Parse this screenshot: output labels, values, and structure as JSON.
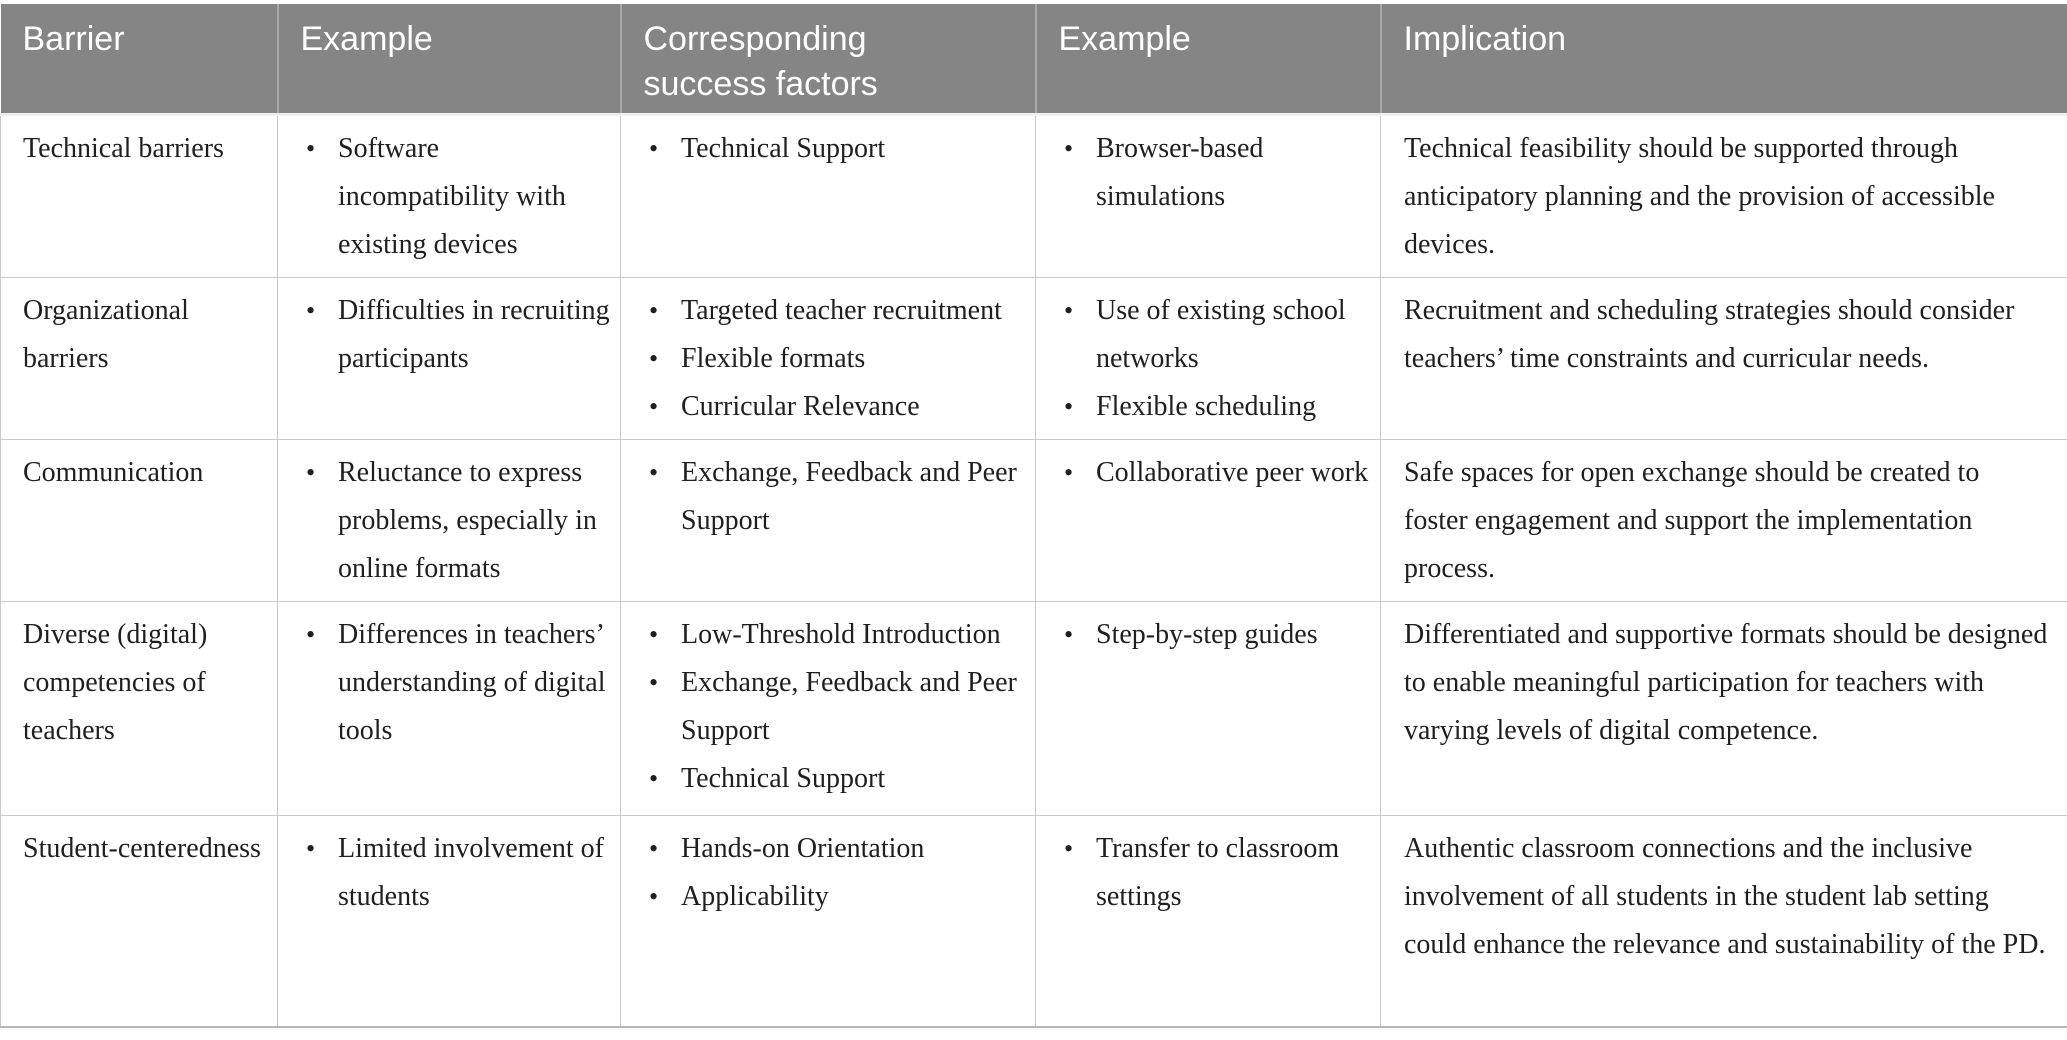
{
  "style": {
    "header_bg": "#858585",
    "header_text": "#ffffff",
    "body_text": "#1f1f1f",
    "cell_border": "#c9c9c9",
    "bottom_rule": "#b7b7b7"
  },
  "table": {
    "columns": [
      "Barrier",
      "Example",
      "Corresponding success factors",
      "Example",
      "Implication"
    ],
    "rows": [
      {
        "barrier": "Technical barriers",
        "example": [
          "Software incompatibility with existing devices"
        ],
        "success_factors": [
          "Technical Support"
        ],
        "example2": [
          "Browser-based simulations"
        ],
        "implication": "Technical feasibility should be supported through anticipatory planning and the provision of accessible devices."
      },
      {
        "barrier": "Organizational barriers",
        "example": [
          "Difficulties in recruiting participants"
        ],
        "success_factors": [
          "Targeted teacher recruitment",
          "Flexible formats",
          "Curricular Relevance"
        ],
        "example2": [
          "Use of existing school networks",
          "Flexible scheduling"
        ],
        "implication": "Recruitment and scheduling strategies should consider teachers’ time constraints and curricular needs."
      },
      {
        "barrier": "Communication",
        "example": [
          "Reluctance to express problems, especially in online formats"
        ],
        "success_factors": [
          "Exchange, Feedback and Peer Support"
        ],
        "example2": [
          "Collaborative peer work"
        ],
        "implication": "Safe spaces for open exchange should be created to foster engagement and support the implementation process."
      },
      {
        "barrier": "Diverse (digital) competencies of teachers",
        "example": [
          "Differences in teachers’ understanding of digital tools"
        ],
        "success_factors": [
          "Low-Threshold Introduction",
          "Exchange, Feedback and Peer Support",
          "Technical Support"
        ],
        "example2": [
          "Step-by-step guides"
        ],
        "implication": "Differentiated and supportive formats should be designed to enable meaningful participation for teachers with varying levels of digital competence."
      },
      {
        "barrier": "Student-centeredness",
        "example": [
          "Limited involvement of students"
        ],
        "success_factors": [
          "Hands-on Orientation",
          "Applicability"
        ],
        "example2": [
          "Transfer to classroom settings"
        ],
        "implication": "Authentic classroom connections and the inclusive involvement of all students in the student lab setting could enhance the relevance and sustainability of the PD."
      }
    ]
  }
}
